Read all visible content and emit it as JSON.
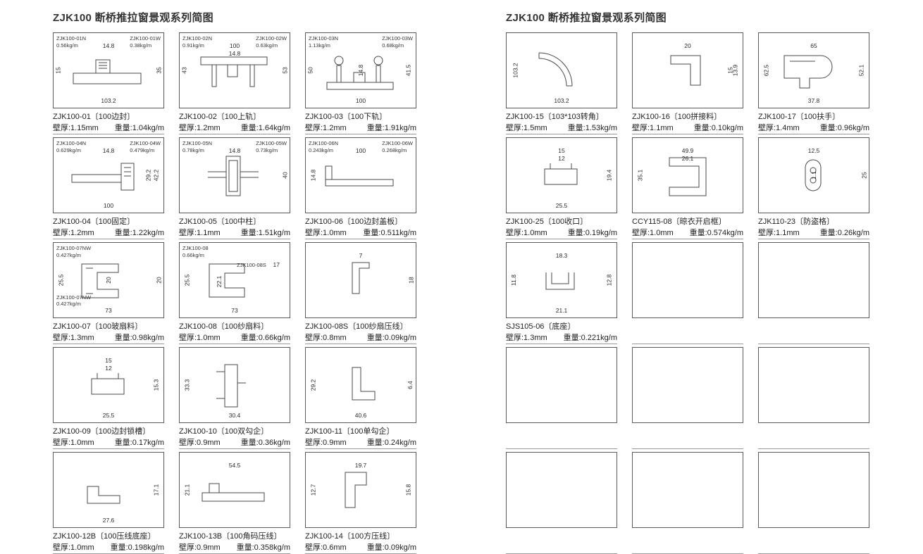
{
  "sections": [
    {
      "title": "ZJK100 断桥推拉窗景观系列简图",
      "cells": [
        {
          "label": "ZJK100-01〔100边封〕",
          "wall": "壁厚:1.15mm",
          "weight": "重量:1.04kg/m",
          "shape": "edge-seal",
          "sub_labels": [
            {
              "pos": "tl",
              "code": "ZJK100-01N",
              "w": "0.56kg/m"
            },
            {
              "pos": "tr",
              "code": "ZJK100-01W",
              "w": "0.38kg/m"
            }
          ],
          "dims": [
            {
              "pos": "left",
              "t": "15"
            },
            {
              "pos": "top",
              "t": "14.8"
            },
            {
              "pos": "right",
              "t": "35"
            },
            {
              "pos": "bottom",
              "t": "103.2"
            }
          ]
        },
        {
          "label": "ZJK100-02〔100上轨〕",
          "wall": "壁厚:1.2mm",
          "weight": "重量:1.64kg/m",
          "shape": "top-rail",
          "sub_labels": [
            {
              "pos": "tl",
              "code": "ZJK100-02N",
              "w": "0.91kg/m"
            },
            {
              "pos": "tr",
              "code": "ZJK100-02W",
              "w": "0.63kg/m"
            }
          ],
          "dims": [
            {
              "pos": "top",
              "t": "100"
            },
            {
              "pos": "top2",
              "t": "14.8"
            },
            {
              "pos": "left",
              "t": "43"
            },
            {
              "pos": "right",
              "t": "53"
            }
          ]
        },
        {
          "label": "ZJK100-03〔100下轨〕",
          "wall": "壁厚:1.2mm",
          "weight": "重量:1.91kg/m",
          "shape": "bottom-rail",
          "sub_labels": [
            {
              "pos": "tl",
              "code": "ZJK100-03N",
              "w": "1.13kg/m"
            },
            {
              "pos": "tr",
              "code": "ZJK100-03W",
              "w": "0.68kg/m"
            }
          ],
          "dims": [
            {
              "pos": "left",
              "t": "50"
            },
            {
              "pos": "mid",
              "t": "14.8"
            },
            {
              "pos": "right",
              "t": "41.5"
            },
            {
              "pos": "bottom",
              "t": "100"
            }
          ]
        },
        {
          "label": "ZJK100-04〔100固定〕",
          "wall": "壁厚:1.2mm",
          "weight": "重量:1.22kg/m",
          "shape": "fixed-panel",
          "sub_labels": [
            {
              "pos": "tl",
              "code": "ZJK100-04N",
              "w": "0.629kg/m"
            },
            {
              "pos": "tr",
              "code": "ZJK100-04W",
              "w": "0.479kg/m"
            }
          ],
          "dims": [
            {
              "pos": "top",
              "t": "14.8"
            },
            {
              "pos": "right2",
              "t": "29.2"
            },
            {
              "pos": "right",
              "t": "42.2"
            },
            {
              "pos": "bottom",
              "t": "100"
            }
          ]
        },
        {
          "label": "ZJK100-05〔100中柱〕",
          "wall": "壁厚:1.1mm",
          "weight": "重量:1.51kg/m",
          "shape": "mullion",
          "sub_labels": [
            {
              "pos": "tl",
              "code": "ZJK100-05N",
              "w": "0.78kg/m"
            },
            {
              "pos": "tr",
              "code": "ZJK100-05W",
              "w": "0.73kg/m"
            }
          ],
          "dims": [
            {
              "pos": "top",
              "t": "14.8"
            },
            {
              "pos": "right",
              "t": "40"
            }
          ]
        },
        {
          "label": "ZJK100-06〔100边封盖板〕",
          "wall": "壁厚:1.0mm",
          "weight": "重量:0.511kg/m",
          "shape": "cover-plate",
          "sub_labels": [
            {
              "pos": "tl",
              "code": "ZJK100-06N",
              "w": "0.243kg/m"
            },
            {
              "pos": "tr",
              "code": "ZJK100-06W",
              "w": "0.268kg/m"
            }
          ],
          "dims": [
            {
              "pos": "top",
              "t": "100"
            },
            {
              "pos": "left",
              "t": "14.8"
            }
          ]
        },
        {
          "label": "ZJK100-07〔100玻扇料〕",
          "wall": "壁厚:1.3mm",
          "weight": "重量:0.98kg/m",
          "shape": "glass-sash",
          "sub_labels": [
            {
              "pos": "tl",
              "code": "ZJK100-07NW",
              "w": "0.427kg/m"
            },
            {
              "pos": "bl",
              "code": "ZJK100-07NW",
              "w": "0.427kg/m"
            }
          ],
          "dims": [
            {
              "pos": "left",
              "t": "25.5"
            },
            {
              "pos": "mid",
              "t": "20"
            },
            {
              "pos": "right",
              "t": "20"
            },
            {
              "pos": "bottom",
              "t": "73"
            }
          ]
        },
        {
          "label": "ZJK100-08〔100纱扇料〕",
          "wall": "壁厚:1.0mm",
          "weight": "重量:0.66kg/m",
          "shape": "screen-sash",
          "sub_labels": [
            {
              "pos": "tl",
              "code": "ZJK100-08",
              "w": "0.66kg/m"
            },
            {
              "pos": "mid",
              "code": "ZJK100-08S",
              "w": ""
            }
          ],
          "dims": [
            {
              "pos": "topr",
              "t": "17"
            },
            {
              "pos": "left",
              "t": "25.5"
            },
            {
              "pos": "mid2",
              "t": "22.1"
            },
            {
              "pos": "bottom",
              "t": "73"
            }
          ]
        },
        {
          "label": "ZJK100-08S〔100纱扇压线〕",
          "wall": "壁厚:0.8mm",
          "weight": "重量:0.09kg/m",
          "shape": "press-clip",
          "sub_labels": [],
          "dims": [
            {
              "pos": "top",
              "t": "7"
            },
            {
              "pos": "right",
              "t": "18"
            }
          ]
        },
        {
          "label": "ZJK100-09〔100边封锁槽〕",
          "wall": "壁厚:1.0mm",
          "weight": "重量:0.17kg/m",
          "shape": "lock-slot",
          "sub_labels": [],
          "dims": [
            {
              "pos": "top",
              "t": "15"
            },
            {
              "pos": "top2",
              "t": "12"
            },
            {
              "pos": "right",
              "t": "15.3"
            },
            {
              "pos": "bottom",
              "t": "25.5"
            }
          ]
        },
        {
          "label": "ZJK100-10〔100双勾企〕",
          "wall": "壁厚:0.9mm",
          "weight": "重量:0.36kg/m",
          "shape": "double-hook",
          "sub_labels": [],
          "dims": [
            {
              "pos": "left",
              "t": "33.3"
            },
            {
              "pos": "bottom",
              "t": "30.4"
            }
          ]
        },
        {
          "label": "ZJK100-11〔100单勾企〕",
          "wall": "壁厚:0.9mm",
          "weight": "重量:0.24kg/m",
          "shape": "single-hook",
          "sub_labels": [],
          "dims": [
            {
              "pos": "left",
              "t": "29.2"
            },
            {
              "pos": "right",
              "t": "6.4"
            },
            {
              "pos": "bottom",
              "t": "40.6"
            }
          ]
        },
        {
          "label": "ZJK100-12B〔100压线底座〕",
          "wall": "壁厚:1.0mm",
          "weight": "重量:0.198kg/m",
          "shape": "press-base",
          "sub_labels": [],
          "dims": [
            {
              "pos": "bottom",
              "t": "27.6"
            },
            {
              "pos": "right",
              "t": "17.1"
            }
          ]
        },
        {
          "label": "ZJK100-13B〔100角码压线〕",
          "wall": "壁厚:0.9mm",
          "weight": "重量:0.358kg/m",
          "shape": "corner-press",
          "sub_labels": [],
          "dims": [
            {
              "pos": "top",
              "t": "54.5"
            },
            {
              "pos": "left",
              "t": "21.1"
            }
          ]
        },
        {
          "label": "ZJK100-14〔100方压线〕",
          "wall": "壁厚:0.6mm",
          "weight": "重量:0.09kg/m",
          "shape": "square-press",
          "sub_labels": [],
          "dims": [
            {
              "pos": "top",
              "t": "19.7"
            },
            {
              "pos": "left",
              "t": "12.7"
            },
            {
              "pos": "right",
              "t": "15.8"
            }
          ]
        }
      ]
    },
    {
      "title": "ZJK100 断桥推拉窗景观系列简图",
      "cells": [
        {
          "label": "ZJK100-15〔103*103转角〕",
          "wall": "壁厚:1.5mm",
          "weight": "重量:1.53kg/m",
          "shape": "corner-arc",
          "sub_labels": [],
          "dims": [
            {
              "pos": "left",
              "t": "103.2"
            },
            {
              "pos": "bottom",
              "t": "103.2"
            }
          ]
        },
        {
          "label": "ZJK100-16〔100拼接料〕",
          "wall": "壁厚:1.1mm",
          "weight": "重量:0.10kg/m",
          "shape": "joiner",
          "sub_labels": [],
          "dims": [
            {
              "pos": "top",
              "t": "20"
            },
            {
              "pos": "right",
              "t": "13.9"
            },
            {
              "pos": "right2",
              "t": "15"
            }
          ]
        },
        {
          "label": "ZJK100-17〔100扶手〕",
          "wall": "壁厚:1.4mm",
          "weight": "重量:0.96kg/m",
          "shape": "handrail",
          "sub_labels": [],
          "dims": [
            {
              "pos": "top",
              "t": "65"
            },
            {
              "pos": "left",
              "t": "62.5"
            },
            {
              "pos": "right",
              "t": "52.1"
            },
            {
              "pos": "bottom",
              "t": "37.8"
            }
          ]
        },
        {
          "label": "ZJK100-25〔100收口〕",
          "wall": "壁厚:1.0mm",
          "weight": "重量:0.19kg/m",
          "shape": "lock-slot",
          "sub_labels": [],
          "dims": [
            {
              "pos": "top",
              "t": "15"
            },
            {
              "pos": "top2",
              "t": "12"
            },
            {
              "pos": "right",
              "t": "19.4"
            },
            {
              "pos": "bottom",
              "t": "25.5"
            }
          ]
        },
        {
          "label": "CCY115-08〔晾衣开启框〕",
          "wall": "壁厚:1.0mm",
          "weight": "重量:0.574kg/m",
          "shape": "open-frame",
          "sub_labels": [],
          "dims": [
            {
              "pos": "top",
              "t": "49.9"
            },
            {
              "pos": "top2",
              "t": "26.1"
            },
            {
              "pos": "left",
              "t": "35.1"
            }
          ]
        },
        {
          "label": "ZJK110-23〔防盗格〕",
          "wall": "壁厚:1.1mm",
          "weight": "重量:0.26kg/m",
          "shape": "anti-theft",
          "sub_labels": [],
          "dims": [
            {
              "pos": "top",
              "t": "12.5"
            },
            {
              "pos": "mid",
              "t": "1.1"
            },
            {
              "pos": "right",
              "t": "25"
            }
          ]
        },
        {
          "label": "SJS105-06〔底座〕",
          "wall": "壁厚:1.3mm",
          "weight": "重量:0.221kg/m",
          "shape": "seat",
          "sub_labels": [],
          "dims": [
            {
              "pos": "top",
              "t": "18.3"
            },
            {
              "pos": "left",
              "t": "11.8"
            },
            {
              "pos": "right",
              "t": "12.8"
            },
            {
              "pos": "bottom",
              "t": "21.1"
            }
          ]
        },
        {
          "label": "",
          "wall": "",
          "weight": "",
          "shape": "empty",
          "sub_labels": [],
          "dims": []
        },
        {
          "label": "",
          "wall": "",
          "weight": "",
          "shape": "empty",
          "sub_labels": [],
          "dims": []
        },
        {
          "label": "",
          "wall": "",
          "weight": "",
          "shape": "empty",
          "sub_labels": [],
          "dims": []
        },
        {
          "label": "",
          "wall": "",
          "weight": "",
          "shape": "empty",
          "sub_labels": [],
          "dims": []
        },
        {
          "label": "",
          "wall": "",
          "weight": "",
          "shape": "empty",
          "sub_labels": [],
          "dims": []
        },
        {
          "label": "",
          "wall": "",
          "weight": "",
          "shape": "empty",
          "sub_labels": [],
          "dims": []
        },
        {
          "label": "",
          "wall": "",
          "weight": "",
          "shape": "empty",
          "sub_labels": [],
          "dims": []
        },
        {
          "label": "",
          "wall": "",
          "weight": "",
          "shape": "empty",
          "sub_labels": [],
          "dims": []
        }
      ]
    }
  ]
}
